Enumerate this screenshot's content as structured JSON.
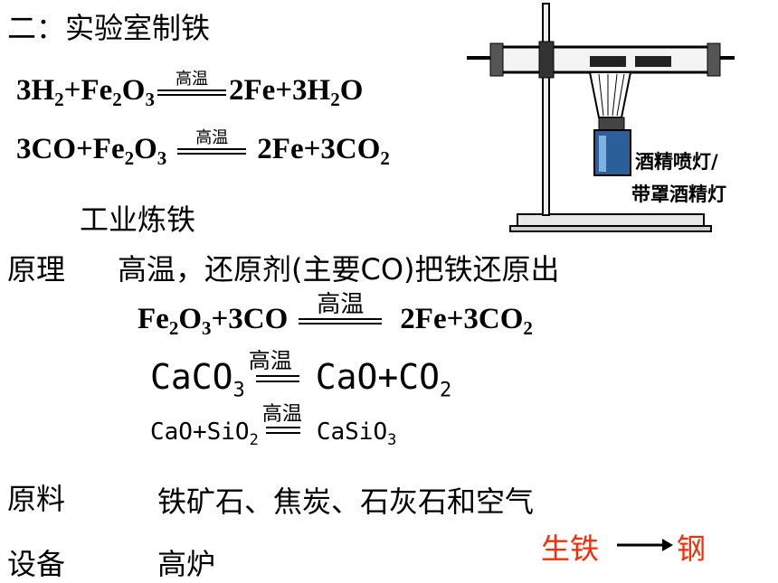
{
  "heading": "二：实验室制铁",
  "reactions": {
    "r1": {
      "left_a": "3H",
      "sub1": "2",
      "left_b": "+Fe",
      "sub2": "2",
      "left_c": "O",
      "sub3": "3",
      "condition": "高温",
      "right_a": "2Fe+3H",
      "sub4": "2",
      "right_b": "O"
    },
    "r2": {
      "left_a": "3CO+Fe",
      "sub1": "2",
      "left_b": "O",
      "sub2": "3",
      "condition": "高温",
      "right_a": "2Fe+3CO",
      "sub3": "2"
    },
    "r3": {
      "left_a": "Fe",
      "sub1": "2",
      "left_b": "O",
      "sub2": "3",
      "left_c": "+3CO",
      "condition": "高温",
      "right_a": "2Fe+3CO",
      "sub3": "2"
    },
    "r4": {
      "left_a": "CaCO",
      "sub1": "3",
      "condition": "高温",
      "right_a": "CaO+CO",
      "sub2": "2"
    },
    "r5": {
      "left_a": "CaO+SiO",
      "sub1": "2",
      "condition": "高温",
      "right_a": "CaSiO",
      "sub2": "3"
    }
  },
  "industrial_title": "工业炼铁",
  "principle": {
    "label": "原理",
    "text": "高温，还原剂(主要CO)把铁还原出"
  },
  "materials": {
    "label": "原料",
    "text": "铁矿石、焦炭、石灰石和空气"
  },
  "equipment": {
    "label": "设备",
    "text": "高炉"
  },
  "conversion": {
    "from": "生铁",
    "to": "钢",
    "color": "#ff2a00"
  },
  "apparatus": {
    "lamp_label_line1": "酒精喷灯/",
    "lamp_label_line2": "带罩酒精灯"
  }
}
